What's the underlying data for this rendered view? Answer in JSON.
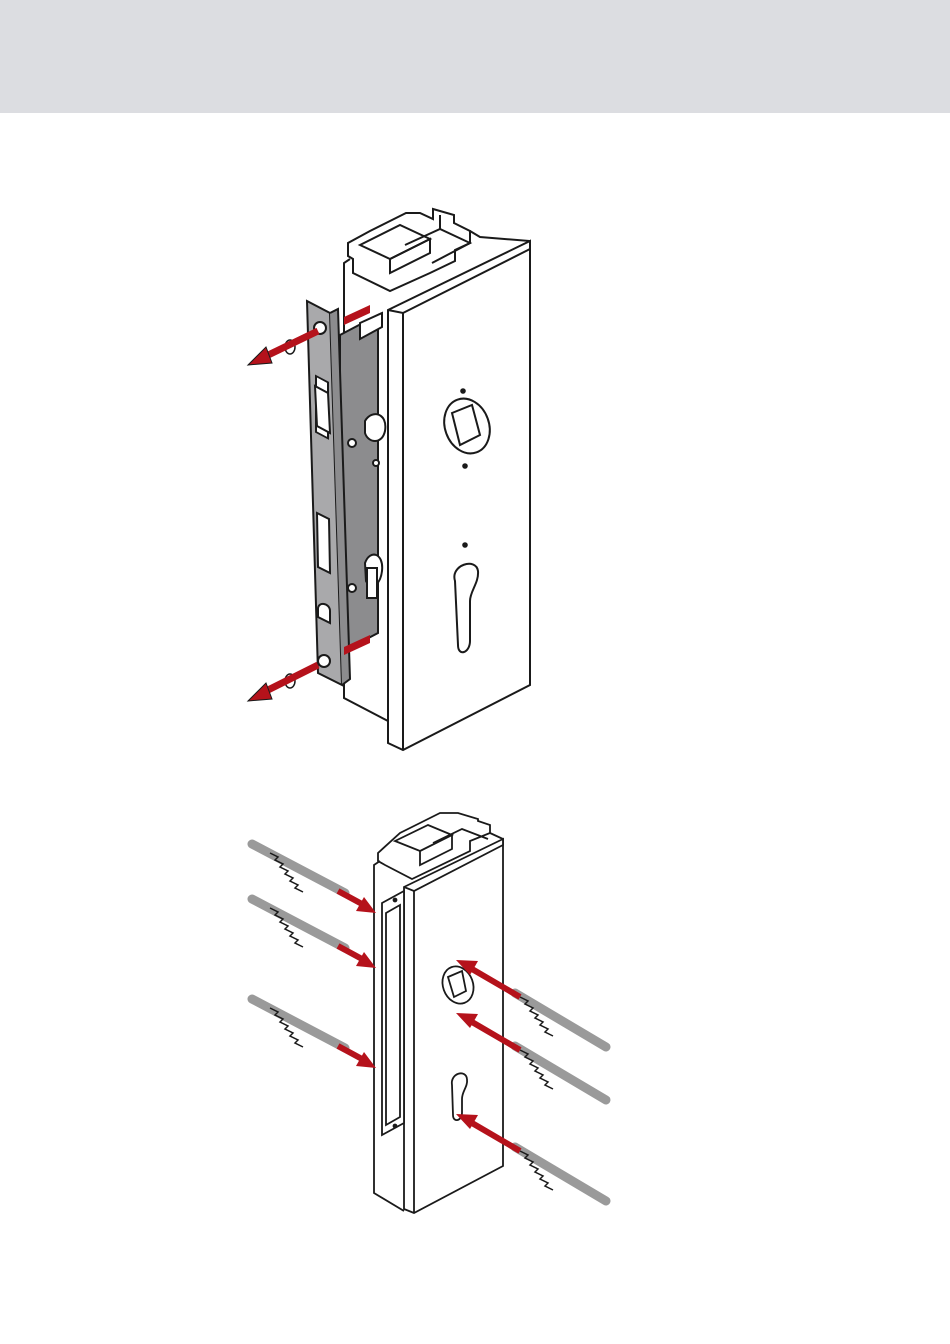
{
  "colors": {
    "header_band": "#dcdde1",
    "outline": "#1a1a1a",
    "profile_fill": "#ffffff",
    "lock_plate": "#a9a9ab",
    "lock_case": "#8c8c8e",
    "arrow_red": "#b5121b",
    "drill_gray": "#9a9a9a"
  },
  "figures": [
    {
      "name": "remove-lock-step",
      "arrows": 2,
      "screws": 2
    },
    {
      "name": "drill-holes-step",
      "arrows": 6,
      "drill_bits": 6
    }
  ],
  "icons": [
    "arrow-out-icon",
    "arrow-in-icon",
    "drill-bit-icon",
    "screw-icon"
  ]
}
